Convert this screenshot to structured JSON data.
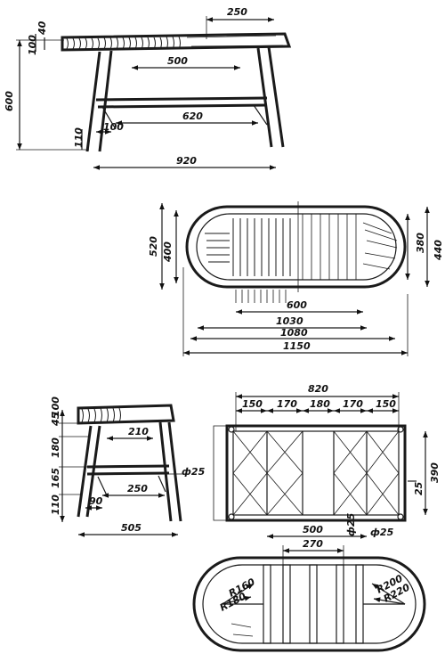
{
  "drawing1": {
    "dims": {
      "d250": "250",
      "d40": "40",
      "d100": "100",
      "d600": "600",
      "d500": "500",
      "d620": "620",
      "d110": "110",
      "d100b": "100",
      "d920": "920"
    }
  },
  "drawing2": {
    "dims": {
      "d520": "520",
      "d400": "400",
      "d380": "380",
      "d440": "440",
      "d600": "600",
      "d1030": "1030",
      "d1080": "1080",
      "d1150": "1150"
    }
  },
  "drawing3": {
    "dims": {
      "d45": "45",
      "d100": "100",
      "d180": "180",
      "d165": "165",
      "d110": "110",
      "d210": "210",
      "d250": "250",
      "d90": "90",
      "d505": "505",
      "phi25": "ф25"
    }
  },
  "drawing4": {
    "dims": {
      "d820": "820",
      "d150a": "150",
      "d170a": "170",
      "d180": "180",
      "d170b": "170",
      "d150b": "150",
      "d390": "390",
      "d25": "25",
      "d500": "500",
      "phi25a": "ф25",
      "phi25b": "ф25"
    }
  },
  "drawing5": {
    "dims": {
      "d270": "270",
      "r160": "R160",
      "r180": "R180",
      "r200": "R200",
      "r220": "R220"
    }
  }
}
